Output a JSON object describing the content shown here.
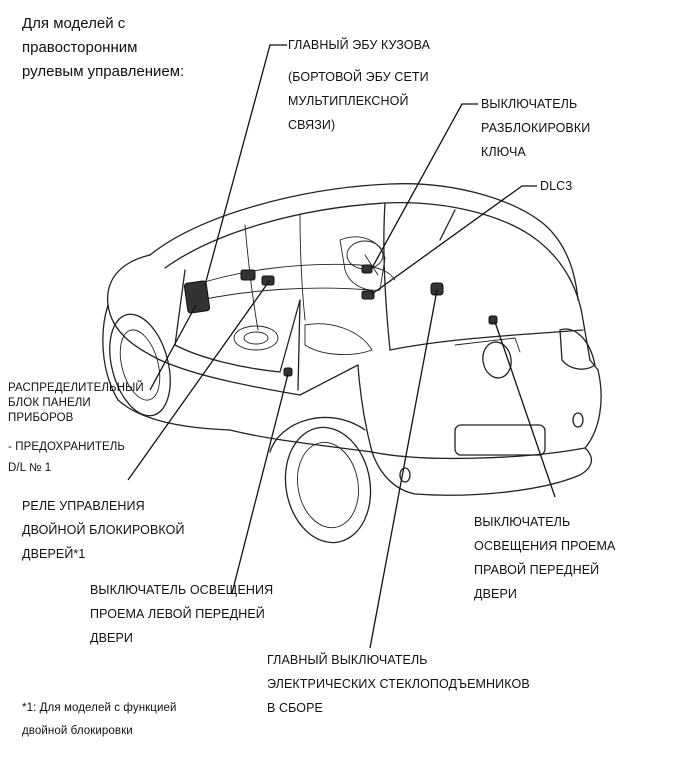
{
  "header": {
    "line1": "Для моделей с",
    "line2": "правосторонним",
    "line3": "рулевым управлением:"
  },
  "labels": {
    "body_ecu": {
      "line1": "ГЛАВНЫЙ ЭБУ КУЗОВА",
      "line2": "(БОРТОВОЙ ЭБУ СЕТИ",
      "line3": "МУЛЬТИПЛЕКСНОЙ",
      "line4": "СВЯЗИ)"
    },
    "key_unlock_switch": {
      "line1": "ВЫКЛЮЧАТЕЛЬ",
      "line2": "РАЗБЛОКИРОВКИ",
      "line3": "КЛЮЧА"
    },
    "dlc3": {
      "line1": "DLC3"
    },
    "junction_block": {
      "line1": "РАСПРЕДЕЛИТЕЛЬНЫЙ",
      "line2": "БЛОК ПАНЕЛИ",
      "line3": "ПРИБОРОВ",
      "line4": "- ПРЕДОХРАНИТЕЛЬ",
      "line5": "D/L № 1"
    },
    "double_lock_relay": {
      "line1": "РЕЛЕ УПРАВЛЕНИЯ",
      "line2": "ДВОЙНОЙ БЛОКИРОВКОЙ",
      "line3": "ДВЕРЕЙ*1"
    },
    "lh_door_courtesy": {
      "line1": "ВЫКЛЮЧАТЕЛЬ ОСВЕЩЕНИЯ",
      "line2": "ПРОЕМА ЛЕВОЙ ПЕРЕДНЕЙ",
      "line3": "ДВЕРИ"
    },
    "rh_door_courtesy": {
      "line1": "ВЫКЛЮЧАТЕЛЬ",
      "line2": "ОСВЕЩЕНИЯ ПРОЕМА",
      "line3": "ПРАВОЙ ПЕРЕДНЕЙ",
      "line4": "ДВЕРИ"
    },
    "power_window_master": {
      "line1": "ГЛАВНЫЙ ВЫКЛЮЧАТЕЛЬ",
      "line2": "ЭЛЕКТРИЧЕСКИХ СТЕКЛОПОДЪЕМНИКОВ",
      "line3": "В СБОРЕ"
    }
  },
  "footnote": {
    "line1": "*1: Для моделей с функцией",
    "line2": "двойной блокировки"
  },
  "colors": {
    "ink": "#111111",
    "background": "#ffffff"
  }
}
